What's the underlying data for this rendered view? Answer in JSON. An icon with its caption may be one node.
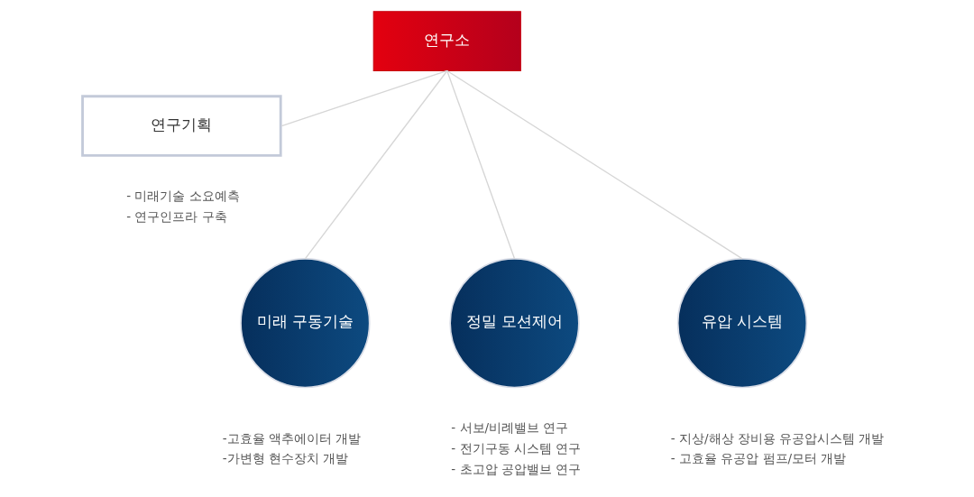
{
  "diagram": {
    "nodes": [
      {
        "text": [
          "연구소"
        ]
      },
      {
        "text": [
          "연구기획"
        ],
        "beside": [
          "- 미래기술 소요예측",
          "- 연구인프라 구축"
        ]
      },
      {
        "text": [
          "미래 구동기술"
        ],
        "beside": [
          "-고효율 액추에이터 개발",
          "-가변형 현수장치 개발"
        ]
      },
      {
        "text": [
          "정밀 모션제어"
        ],
        "beside": [
          "- 서보/비례밸브 연구",
          "- 전기구동 시스템 연구",
          "- 초고압 공압밸브 연구"
        ]
      },
      {
        "text": [
          "유압 시스템"
        ],
        "beside": [
          "- 지상/해상 장비용 유공압시스템 개발",
          "- 고효율 유공압 펌프/모터 개발"
        ]
      }
    ],
    "edges": [
      {
        "from": 0,
        "to": 1,
        "arrow": "none"
      },
      {
        "from": 0,
        "to": 2,
        "arrow": "none"
      },
      {
        "from": 0,
        "to": 3,
        "arrow": "none"
      },
      {
        "from": 0,
        "to": 4,
        "arrow": "none"
      }
    ]
  }
}
